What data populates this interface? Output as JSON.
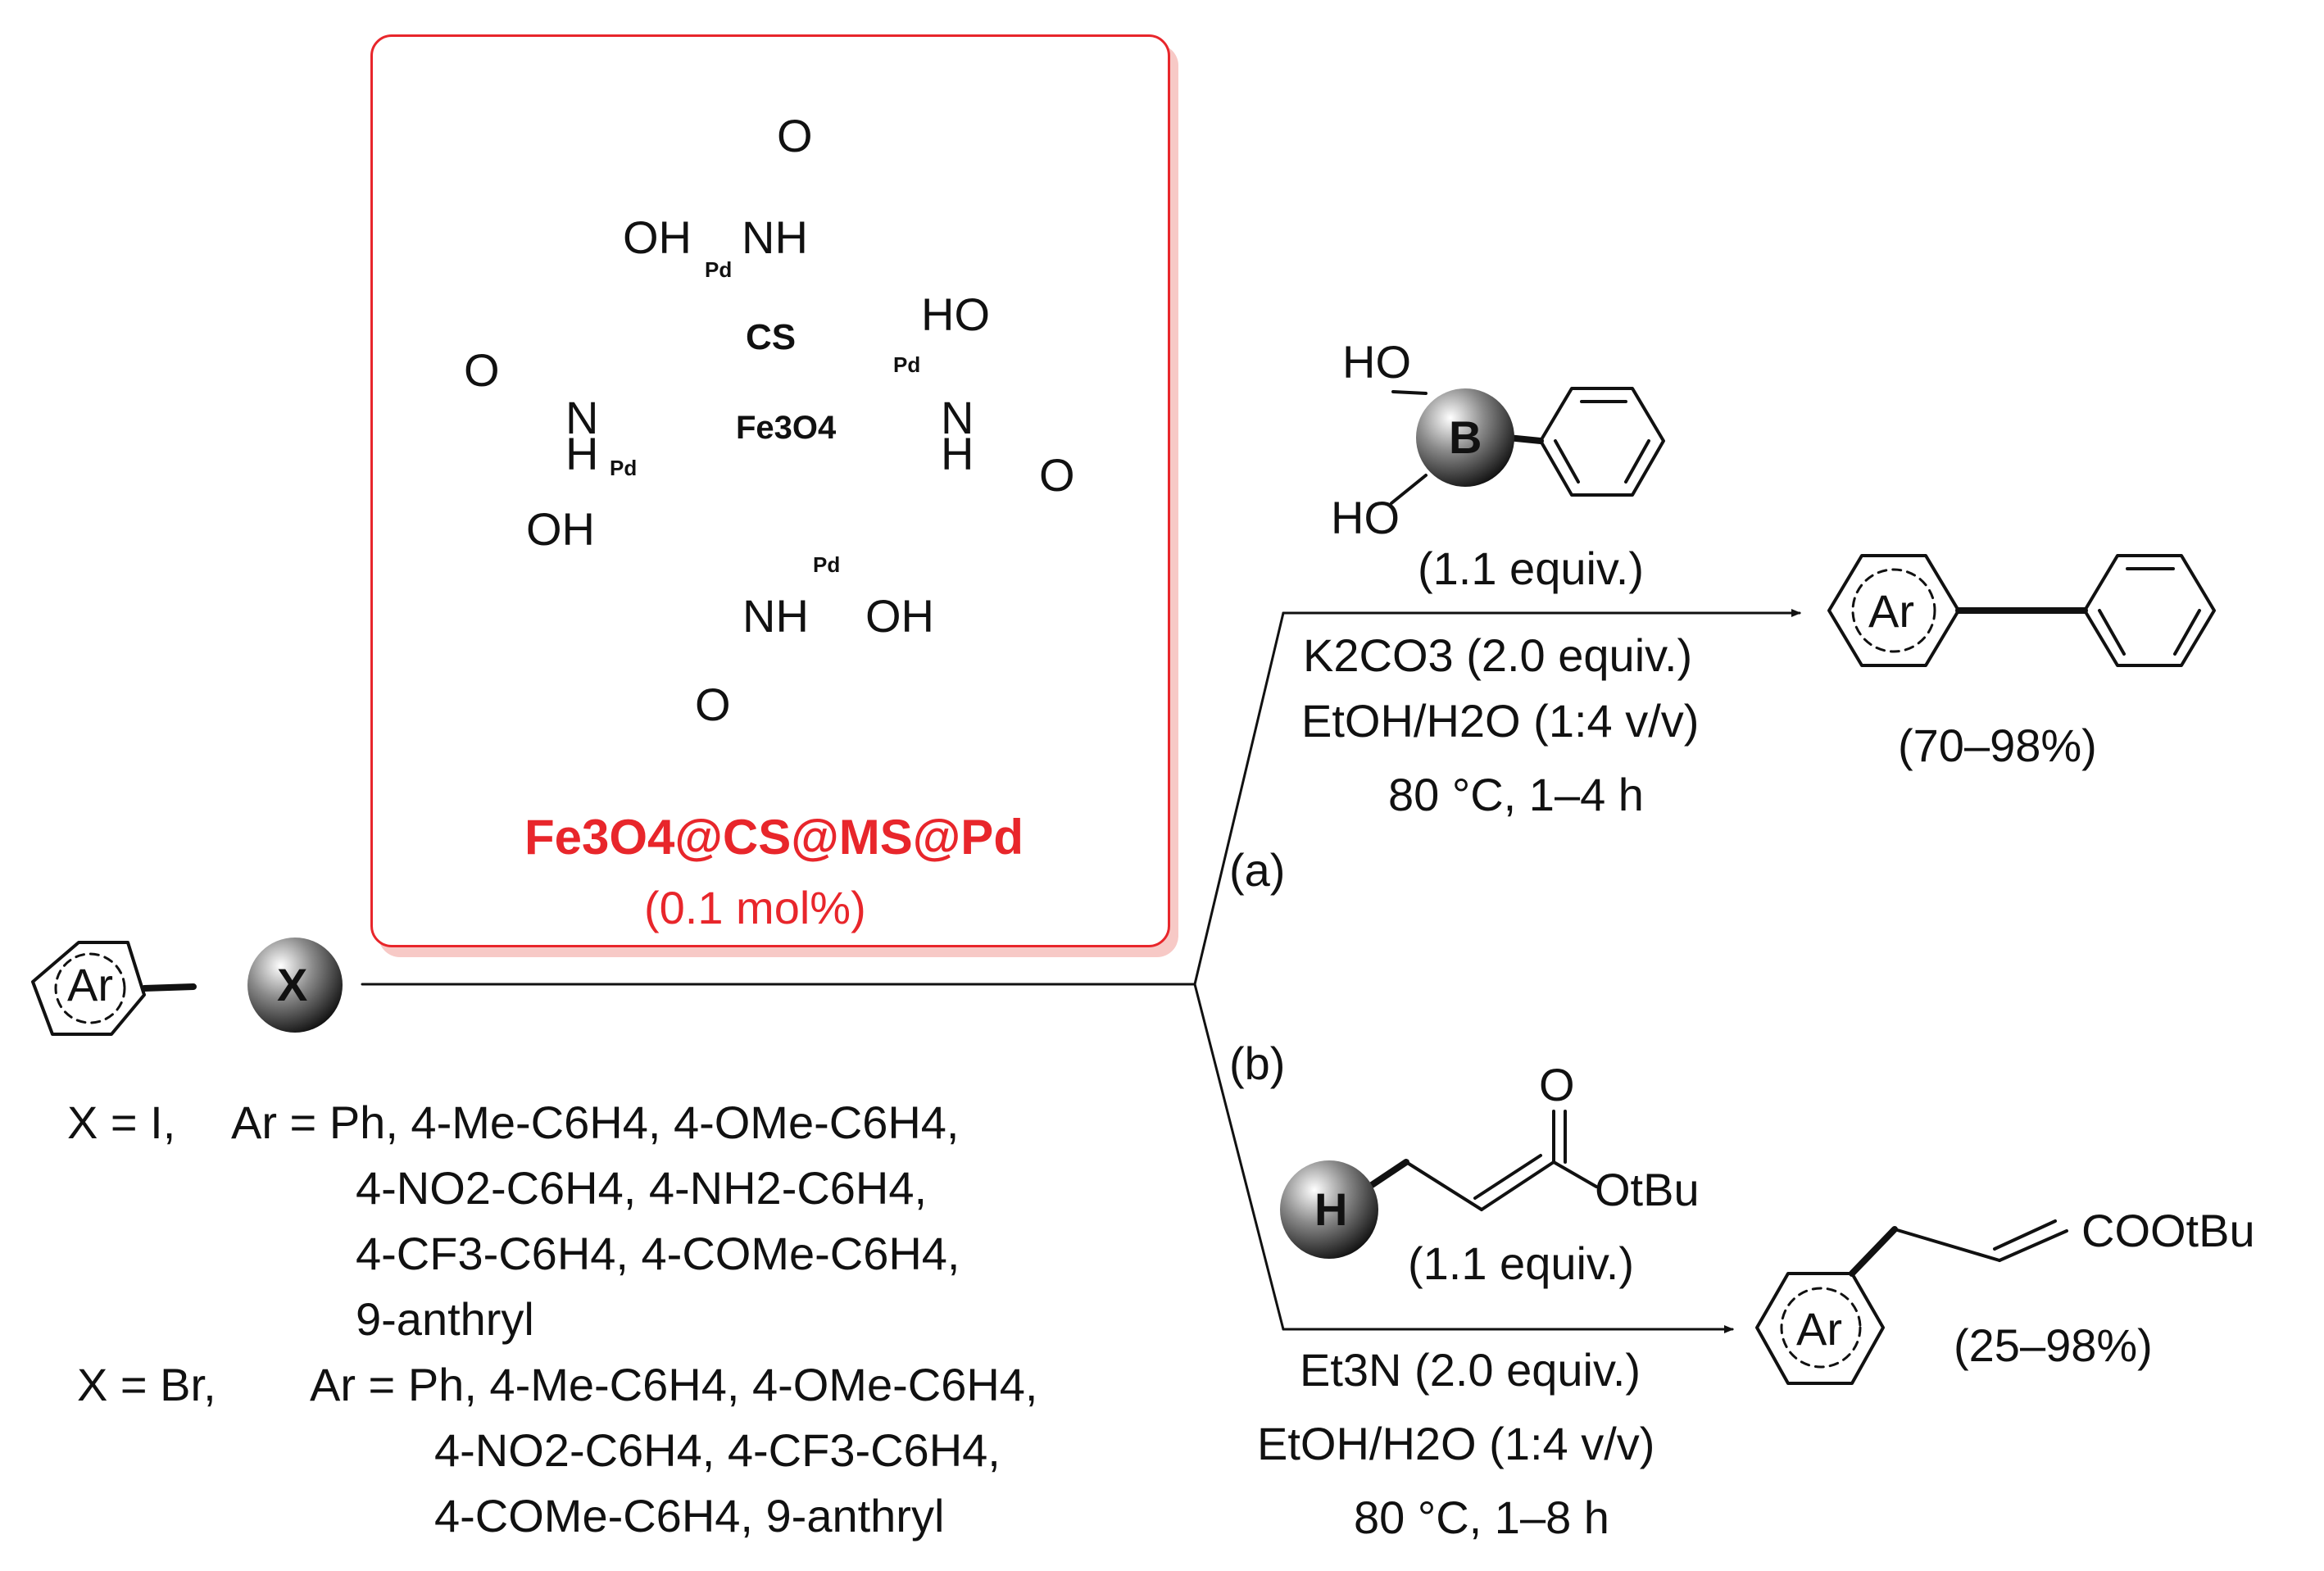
{
  "catalyst": {
    "name": "Fe3O4@CS@MS@Pd",
    "loading": "(0.1 mol%)",
    "core_label": "Fe3O4",
    "shell_label": "CS",
    "pd_label": "Pd",
    "groups": {
      "oh": "OH",
      "ho": "HO",
      "nh": "NH",
      "n": "N",
      "h": "H",
      "o": "O"
    }
  },
  "substrate": {
    "ar_label": "Ar",
    "x_label": "X",
    "scope": [
      {
        "x": "X = I,",
        "ar_lines": [
          "Ar = Ph, 4-Me-C6H4, 4-OMe-C6H4,",
          "4-NO2-C6H4, 4-NH2-C6H4,",
          "4-CF3-C6H4, 4-COMe-C6H4,",
          "9-anthryl"
        ]
      },
      {
        "x": "X = Br,",
        "ar_lines": [
          "Ar = Ph, 4-Me-C6H4, 4-OMe-C6H4,",
          "4-NO2-C6H4, 4-CF3-C6H4,",
          "4-COMe-C6H4, 9-anthryl"
        ]
      }
    ]
  },
  "route_a": {
    "label": "(a)",
    "reagent": {
      "boron_label": "B",
      "oh_top": "HO",
      "oh_bottom": "HO",
      "equiv": "(1.1 equiv.)"
    },
    "conditions": [
      "K2CO3 (2.0 equiv.)",
      "EtOH/H2O (1:4 v/v)",
      "80 °C, 1–4 h"
    ],
    "product": {
      "ar_label": "Ar",
      "yield": "(70–98%)"
    }
  },
  "route_b": {
    "label": "(b)",
    "reagent": {
      "h_label": "H",
      "o_label": "O",
      "ester": "OtBu",
      "equiv": "(1.1 equiv.)"
    },
    "conditions": [
      "Et3N (2.0 equiv.)",
      "EtOH/H2O (1:4 v/v)",
      "80 °C, 1–8 h"
    ],
    "product": {
      "ar_label": "Ar",
      "ester": "COOtBu",
      "yield": "(25–98%)"
    }
  }
}
